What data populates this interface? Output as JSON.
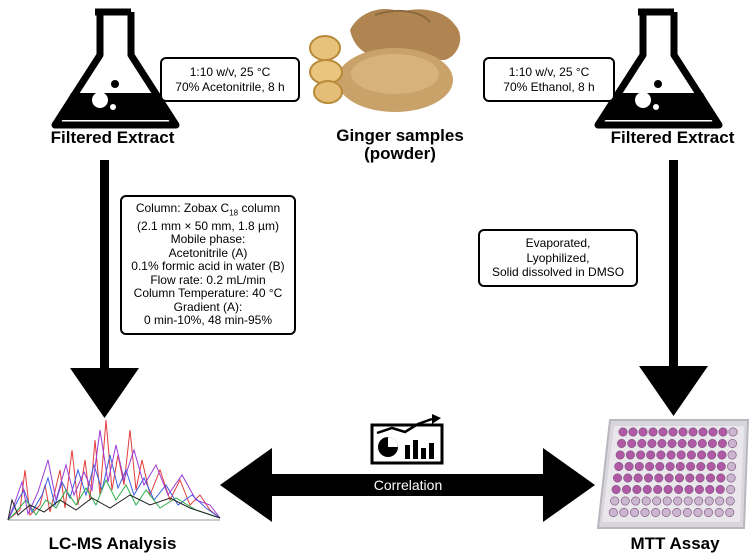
{
  "left_title": "Filtered Extract",
  "right_title": "Filtered Extract",
  "center_title_line1": "Ginger samples",
  "center_title_line2": "(powder)",
  "left_condition": [
    "1:10 w/v, 25 °C",
    "70% Acetonitrile, 8 h"
  ],
  "right_condition": [
    "1:10 w/v, 25 °C",
    "70% Ethanol, 8 h"
  ],
  "lcms_conditions": {
    "line1_prefix": "Column: Zobax C",
    "line1_sub": "18",
    "line1_suffix": " column",
    "lines": [
      "(2.1 mm × 50 mm, 1.8 µm)",
      "Mobile phase:",
      "Acetonitrile (A)",
      "0.1% formic acid in water (B)",
      "Flow rate: 0.2 mL/min",
      "Column Temperature: 40 °C",
      "Gradient (A):",
      "0 min-10%, 48 min-95%"
    ]
  },
  "mtt_prep": [
    "Evaporated,",
    "Lyophilized,",
    "Solid dissolved in DMSO"
  ],
  "correlation_label": "Correlation",
  "bottom_left_title": "LC-MS Analysis",
  "bottom_right_title": "MTT Assay",
  "colors": {
    "arrow": "#000000",
    "plate_well": "#b05aa6",
    "ginger": "#c9a26a"
  }
}
